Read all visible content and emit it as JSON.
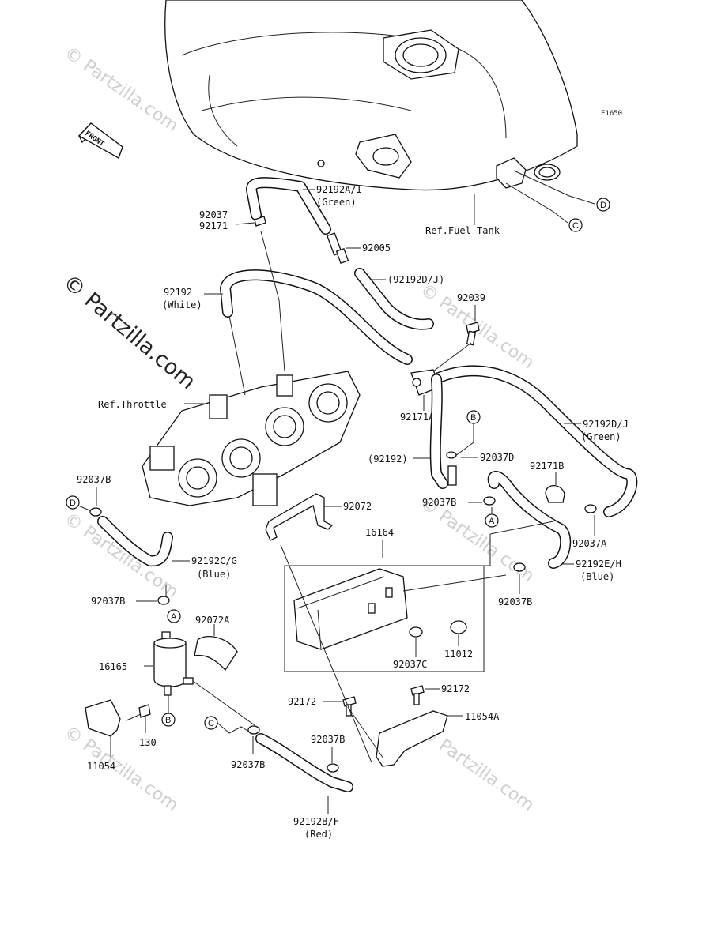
{
  "drawing_code": "E1650",
  "front_label": "FRONT",
  "watermarks": {
    "main": "© Partzilla.com",
    "repeat": "© Partzilla.com"
  },
  "callout_letters": {
    "a": "A",
    "b": "B",
    "c": "C",
    "d": "D"
  },
  "labels": {
    "p92192AI": "92192A/I",
    "p92192AI_color": "(Green)",
    "p92037_top": "92037",
    "p92171_top": "92171",
    "p92005": "92005",
    "ref_fuel_tank": "Ref.Fuel Tank",
    "p92192DJ_paren": "(92192D/J)",
    "p92192_white": "92192",
    "p92192_white_color": "(White)",
    "p92039": "92039",
    "ref_throttle": "Ref.Throttle",
    "p92171A": "92171A",
    "p92192DJ": "92192D/J",
    "p92192DJ_color": "(Green)",
    "p92192_paren": "(92192)",
    "p92037D": "92037D",
    "p92171B": "92171B",
    "p92037B_left": "92037B",
    "p92072": "92072",
    "p92037B_mid": "92037B",
    "p92037A": "92037A",
    "p16164": "16164",
    "p92192CG": "92192C/G",
    "p92192CG_color": "(Blue)",
    "p92192EH": "92192E/H",
    "p92192EH_color": "(Blue)",
    "p92037B_left2": "92037B",
    "p92037B_right": "92037B",
    "p92072A": "92072A",
    "p16165": "16165",
    "p92037C": "92037C",
    "p11012": "11012",
    "p92172_right": "92172",
    "p92172_left": "92172",
    "p11054A": "11054A",
    "p130": "130",
    "p11054": "11054",
    "p92037B_low": "92037B",
    "p92037B_low2": "92037B",
    "p92192BF": "92192B/F",
    "p92192BF_color": "(Red)"
  }
}
